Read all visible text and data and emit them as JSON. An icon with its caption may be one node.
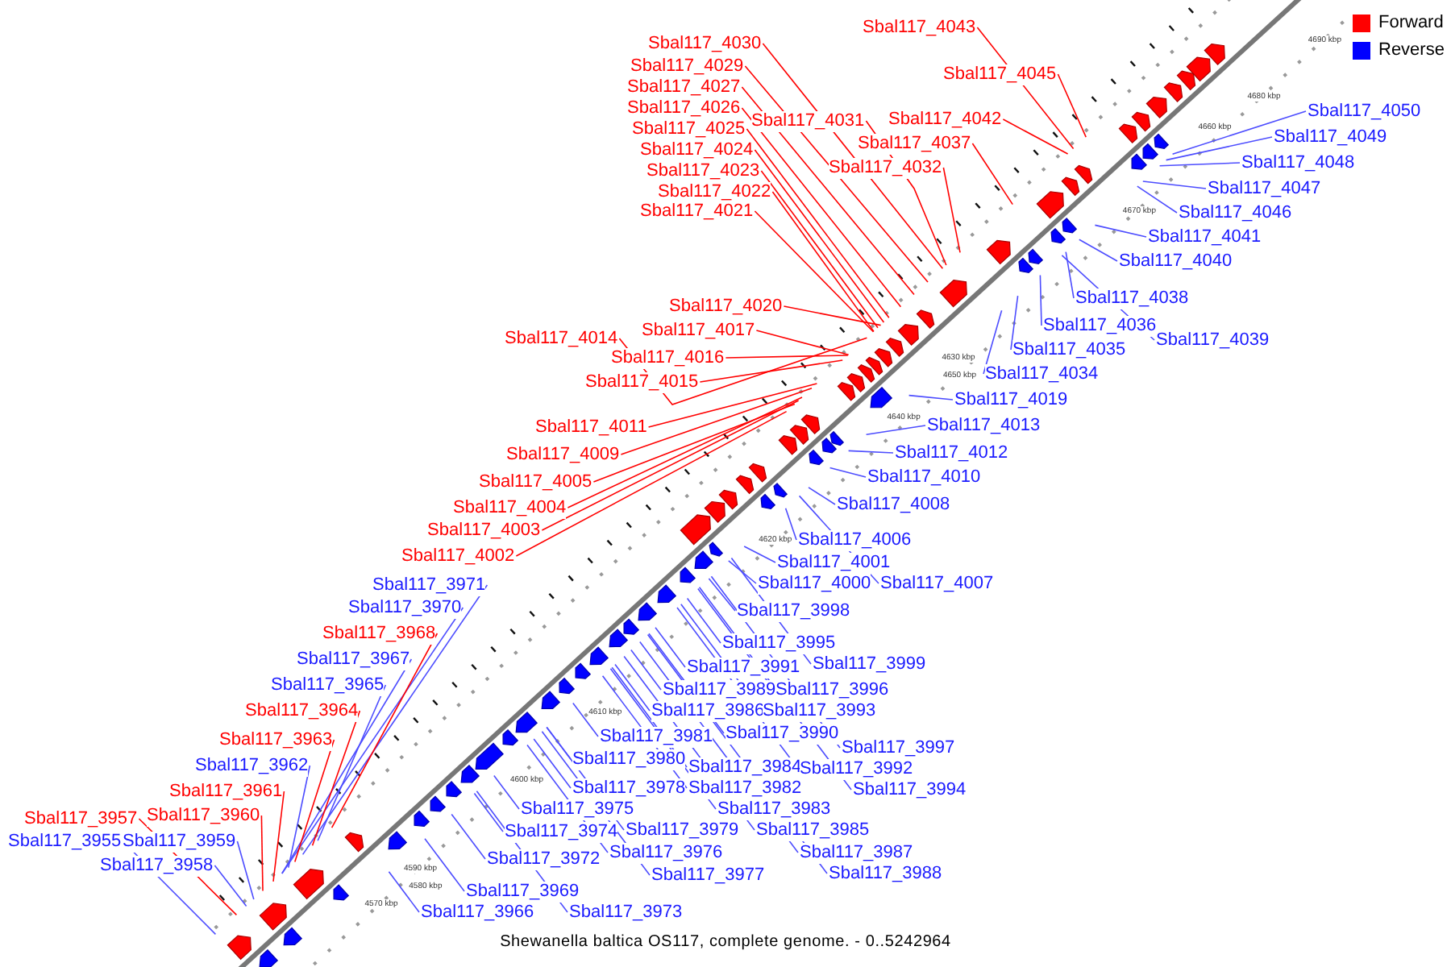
{
  "diagram": {
    "caption": "Shewanella baltica OS117, complete genome. - 0..5242964",
    "nodes": [
      {
        "text": [
          "Sbal117_4043"
        ]
      },
      {
        "text": [
          "Sbal117_4030"
        ]
      },
      {
        "text": [
          "Sbal117_4029"
        ]
      },
      {
        "text": [
          "Sbal117_4045"
        ]
      },
      {
        "text": [
          "Sbal117_4027"
        ]
      },
      {
        "text": [
          "Sbal117_4026"
        ]
      },
      {
        "text": [
          "Sbal117_4050"
        ]
      },
      {
        "text": [
          "Sbal117_4042"
        ]
      },
      {
        "text": [
          "Sbal117_4031"
        ]
      },
      {
        "text": [
          "Sbal117_4025"
        ]
      },
      {
        "text": [
          "Sbal117_4049"
        ]
      },
      {
        "text": [
          "Sbal117_4037"
        ]
      },
      {
        "text": [
          "Sbal117_4024"
        ]
      },
      {
        "text": [
          "Sbal117_4048"
        ]
      },
      {
        "text": [
          "Sbal117_4032"
        ]
      },
      {
        "text": [
          "Sbal117_4023"
        ]
      },
      {
        "text": [
          "Sbal117_4047"
        ]
      },
      {
        "text": [
          "Sbal117_4022"
        ]
      },
      {
        "text": [
          "Sbal117_4021"
        ]
      },
      {
        "text": [
          "Sbal117_4046"
        ]
      },
      {
        "text": [
          "Sbal117_4041"
        ]
      },
      {
        "text": [
          "Sbal117_4040"
        ]
      },
      {
        "text": [
          "Sbal117_4038"
        ]
      },
      {
        "text": [
          "Sbal117_4020"
        ]
      },
      {
        "text": [
          "Sbal117_4036"
        ]
      },
      {
        "text": [
          "Sbal117_4017"
        ]
      },
      {
        "text": [
          "Sbal117_4014"
        ]
      },
      {
        "text": [
          "Sbal117_4039"
        ]
      },
      {
        "text": [
          "Sbal117_4035"
        ]
      },
      {
        "text": [
          "Sbal117_4016"
        ]
      },
      {
        "text": [
          "Sbal117_4034"
        ]
      },
      {
        "text": [
          "Sbal117_4015"
        ]
      },
      {
        "text": [
          "Sbal117_4019"
        ]
      },
      {
        "text": [
          "Sbal117_4013"
        ]
      },
      {
        "text": [
          "Sbal117_4011"
        ]
      },
      {
        "text": [
          "Sbal117_4012"
        ]
      },
      {
        "text": [
          "Sbal117_4009"
        ]
      },
      {
        "text": [
          "Sbal117_4010"
        ]
      },
      {
        "text": [
          "Sbal117_4005"
        ]
      },
      {
        "text": [
          "Sbal117_4008"
        ]
      },
      {
        "text": [
          "Sbal117_4004"
        ]
      },
      {
        "text": [
          "Sbal117_4003"
        ]
      },
      {
        "text": [
          "Sbal117_4006"
        ]
      },
      {
        "text": [
          "Sbal117_4002"
        ]
      },
      {
        "text": [
          "Sbal117_4001"
        ]
      },
      {
        "text": [
          "Sbal117_4000"
        ]
      },
      {
        "text": [
          "Sbal117_4007"
        ]
      },
      {
        "text": [
          "Sbal117_3971"
        ]
      },
      {
        "text": [
          "Sbal117_3970"
        ]
      },
      {
        "text": [
          "Sbal117_3998"
        ]
      },
      {
        "text": [
          "Sbal117_3968"
        ]
      },
      {
        "text": [
          "Sbal117_3995"
        ]
      },
      {
        "text": [
          "Sbal117_3967"
        ]
      },
      {
        "text": [
          "Sbal117_3999"
        ]
      },
      {
        "text": [
          "Sbal117_3991"
        ]
      },
      {
        "text": [
          "Sbal117_3965"
        ]
      },
      {
        "text": [
          "Sbal117_3989"
        ]
      },
      {
        "text": [
          "Sbal117_3996"
        ]
      },
      {
        "text": [
          "Sbal117_3964"
        ]
      },
      {
        "text": [
          "Sbal117_3986"
        ]
      },
      {
        "text": [
          "Sbal117_3993"
        ]
      },
      {
        "text": [
          "Sbal117_3990"
        ]
      },
      {
        "text": [
          "Sbal117_3981"
        ]
      },
      {
        "text": [
          "Sbal117_3963"
        ]
      },
      {
        "text": [
          "Sbal117_3997"
        ]
      },
      {
        "text": [
          "Sbal117_3980"
        ]
      },
      {
        "text": [
          "Sbal117_3962"
        ]
      },
      {
        "text": [
          "Sbal117_3984"
        ]
      },
      {
        "text": [
          "Sbal117_3992"
        ]
      },
      {
        "text": [
          "Sbal117_3978"
        ]
      },
      {
        "text": [
          "Sbal117_3982"
        ]
      },
      {
        "text": [
          "Sbal117_3994"
        ]
      },
      {
        "text": [
          "Sbal117_3961"
        ]
      },
      {
        "text": [
          "Sbal117_3975"
        ]
      },
      {
        "text": [
          "Sbal117_3983"
        ]
      },
      {
        "text": [
          "Sbal117_3960"
        ]
      },
      {
        "text": [
          "Sbal117_3957"
        ]
      },
      {
        "text": [
          "Sbal117_3979"
        ]
      },
      {
        "text": [
          "Sbal117_3985"
        ]
      },
      {
        "text": [
          "Sbal117_3974"
        ]
      },
      {
        "text": [
          "Sbal117_3955"
        ]
      },
      {
        "text": [
          "Sbal117_3959"
        ]
      },
      {
        "text": [
          "Sbal117_3976"
        ]
      },
      {
        "text": [
          "Sbal117_3987"
        ]
      },
      {
        "text": [
          "Sbal117_3972"
        ]
      },
      {
        "text": [
          "Sbal117_3958"
        ]
      },
      {
        "text": [
          "Sbal117_3988"
        ]
      },
      {
        "text": [
          "Sbal117_3977"
        ]
      },
      {
        "text": [
          "Sbal117_3969"
        ]
      },
      {
        "text": [
          "Sbal117_3966"
        ]
      },
      {
        "text": [
          "Sbal117_3973"
        ]
      }
    ],
    "edges": [
      {
        "from": 0,
        "to": null,
        "arrow": "none",
        "color": "#ff0000"
      },
      {
        "from": 1,
        "to": null,
        "arrow": "none",
        "color": "#ff0000"
      },
      {
        "from": 2,
        "to": null,
        "arrow": "none",
        "color": "#ff0000"
      },
      {
        "from": 3,
        "to": null,
        "arrow": "none",
        "color": "#ff0000"
      },
      {
        "from": 4,
        "to": null,
        "arrow": "none",
        "color": "#ff0000"
      },
      {
        "from": 5,
        "to": null,
        "arrow": "none",
        "color": "#ff0000"
      },
      {
        "from": 6,
        "to": null,
        "arrow": "none"
      },
      {
        "from": 7,
        "to": null,
        "arrow": "none",
        "color": "#ff0000"
      },
      {
        "from": 8,
        "to": null,
        "arrow": "none",
        "color": "#ff0000"
      },
      {
        "from": 9,
        "to": null,
        "arrow": "none",
        "color": "#ff0000"
      },
      {
        "from": 10,
        "to": null,
        "arrow": "none"
      },
      {
        "from": 11,
        "to": null,
        "arrow": "none",
        "color": "#ff0000"
      },
      {
        "from": 12,
        "to": null,
        "arrow": "none",
        "color": "#ff0000"
      },
      {
        "from": 13,
        "to": null,
        "arrow": "none"
      },
      {
        "from": 14,
        "to": null,
        "arrow": "none",
        "color": "#ff0000"
      },
      {
        "from": 15,
        "to": null,
        "arrow": "none",
        "color": "#ff0000"
      },
      {
        "from": 16,
        "to": null,
        "arrow": "none"
      },
      {
        "from": 17,
        "to": null,
        "arrow": "none",
        "color": "#ff0000"
      },
      {
        "from": 18,
        "to": null,
        "arrow": "none",
        "color": "#ff0000"
      },
      {
        "from": 19,
        "to": null,
        "arrow": "none"
      },
      {
        "from": 20,
        "to": null,
        "arrow": "none"
      },
      {
        "from": 21,
        "to": null,
        "arrow": "none"
      },
      {
        "from": 22,
        "to": null,
        "arrow": "none"
      },
      {
        "from": 23,
        "to": null,
        "arrow": "none",
        "color": "#ff0000"
      },
      {
        "from": 24,
        "to": null,
        "arrow": "none"
      },
      {
        "from": 25,
        "to": null,
        "arrow": "none",
        "color": "#ff0000"
      },
      {
        "from": 26,
        "to": null,
        "arrow": "none",
        "color": "#ff0000"
      },
      {
        "from": 27,
        "to": null,
        "arrow": "none"
      },
      {
        "from": 28,
        "to": null,
        "arrow": "none"
      },
      {
        "from": 29,
        "to": null,
        "arrow": "none",
        "color": "#ff0000"
      },
      {
        "from": 30,
        "to": null,
        "arrow": "none"
      },
      {
        "from": 31,
        "to": null,
        "arrow": "none",
        "color": "#ff0000"
      },
      {
        "from": 32,
        "to": null,
        "arrow": "none"
      },
      {
        "from": 33,
        "to": null,
        "arrow": "none"
      },
      {
        "from": 34,
        "to": null,
        "arrow": "none",
        "color": "#ff0000"
      },
      {
        "from": 35,
        "to": null,
        "arrow": "none"
      },
      {
        "from": 36,
        "to": null,
        "arrow": "none",
        "color": "#ff0000"
      },
      {
        "from": 37,
        "to": null,
        "arrow": "none"
      },
      {
        "from": 38,
        "to": null,
        "arrow": "none",
        "color": "#ff0000"
      },
      {
        "from": 39,
        "to": null,
        "arrow": "none"
      },
      {
        "from": 40,
        "to": null,
        "arrow": "none",
        "color": "#ff0000"
      },
      {
        "from": 41,
        "to": null,
        "arrow": "none",
        "color": "#ff0000"
      },
      {
        "from": 42,
        "to": null,
        "arrow": "none"
      },
      {
        "from": 43,
        "to": null,
        "arrow": "none",
        "color": "#ff0000"
      },
      {
        "from": 44,
        "to": null,
        "arrow": "none"
      },
      {
        "from": 45,
        "to": null,
        "arrow": "none"
      },
      {
        "from": 46,
        "to": null,
        "arrow": "none"
      },
      {
        "from": 47,
        "to": null,
        "arrow": "none"
      },
      {
        "from": 48,
        "to": null,
        "arrow": "none"
      },
      {
        "from": 49,
        "to": null,
        "arrow": "none"
      },
      {
        "from": 50,
        "to": null,
        "arrow": "none",
        "color": "#ff0000"
      },
      {
        "from": 51,
        "to": null,
        "arrow": "none"
      },
      {
        "from": 52,
        "to": null,
        "arrow": "none"
      },
      {
        "from": 53,
        "to": null,
        "arrow": "none"
      },
      {
        "from": 54,
        "to": null,
        "arrow": "none"
      },
      {
        "from": 55,
        "to": null,
        "arrow": "none"
      },
      {
        "from": 56,
        "to": null,
        "arrow": "none"
      },
      {
        "from": 57,
        "to": null,
        "arrow": "none"
      },
      {
        "from": 58,
        "to": null,
        "arrow": "none",
        "color": "#ff0000"
      },
      {
        "from": 59,
        "to": null,
        "arrow": "none"
      },
      {
        "from": 60,
        "to": null,
        "arrow": "none"
      },
      {
        "from": 61,
        "to": null,
        "arrow": "none"
      },
      {
        "from": 62,
        "to": null,
        "arrow": "none"
      },
      {
        "from": 63,
        "to": null,
        "arrow": "none",
        "color": "#ff0000"
      },
      {
        "from": 64,
        "to": null,
        "arrow": "none"
      },
      {
        "from": 65,
        "to": null,
        "arrow": "none"
      },
      {
        "from": 66,
        "to": null,
        "arrow": "none"
      },
      {
        "from": 67,
        "to": null,
        "arrow": "none"
      },
      {
        "from": 68,
        "to": null,
        "arrow": "none"
      },
      {
        "from": 69,
        "to": null,
        "arrow": "none"
      },
      {
        "from": 70,
        "to": null,
        "arrow": "none"
      },
      {
        "from": 71,
        "to": null,
        "arrow": "none"
      },
      {
        "from": 72,
        "to": null,
        "arrow": "none",
        "color": "#ff0000"
      },
      {
        "from": 73,
        "to": null,
        "arrow": "none"
      },
      {
        "from": 74,
        "to": null,
        "arrow": "none"
      },
      {
        "from": 75,
        "to": null,
        "arrow": "none",
        "color": "#ff0000"
      },
      {
        "from": 76,
        "to": null,
        "arrow": "none",
        "color": "#ff0000"
      },
      {
        "from": 77,
        "to": null,
        "arrow": "none"
      },
      {
        "from": 78,
        "to": null,
        "arrow": "none"
      },
      {
        "from": 79,
        "to": null,
        "arrow": "none"
      },
      {
        "from": 80,
        "to": null,
        "arrow": "none"
      },
      {
        "from": 81,
        "to": null,
        "arrow": "none"
      },
      {
        "from": 82,
        "to": null,
        "arrow": "none"
      },
      {
        "from": 83,
        "to": null,
        "arrow": "none"
      },
      {
        "from": 84,
        "to": null,
        "arrow": "none"
      },
      {
        "from": 85,
        "to": null,
        "arrow": "none"
      },
      {
        "from": 86,
        "to": null,
        "arrow": "none"
      },
      {
        "from": 87,
        "to": null,
        "arrow": "none"
      },
      {
        "from": 88,
        "to": null,
        "arrow": "none"
      },
      {
        "from": 89,
        "to": null,
        "arrow": "none"
      },
      {
        "from": 90,
        "to": null,
        "arrow": "none"
      }
    ],
    "labels": [
      "4690 kbp",
      "4680 kbp",
      "4670 kbp",
      "4660 kbp",
      "4650 kbp",
      "4640 kbp",
      "4630 kbp",
      "4620 kbp",
      "4610 kbp",
      "4600 kbp",
      "4590 kbp",
      "4580 kbp",
      "4570 kbp"
    ],
    "legend": [
      {
        "text": "Forward",
        "color": "#ff0000"
      },
      {
        "text": "Reverse",
        "color": "#0000ff"
      }
    ]
  }
}
